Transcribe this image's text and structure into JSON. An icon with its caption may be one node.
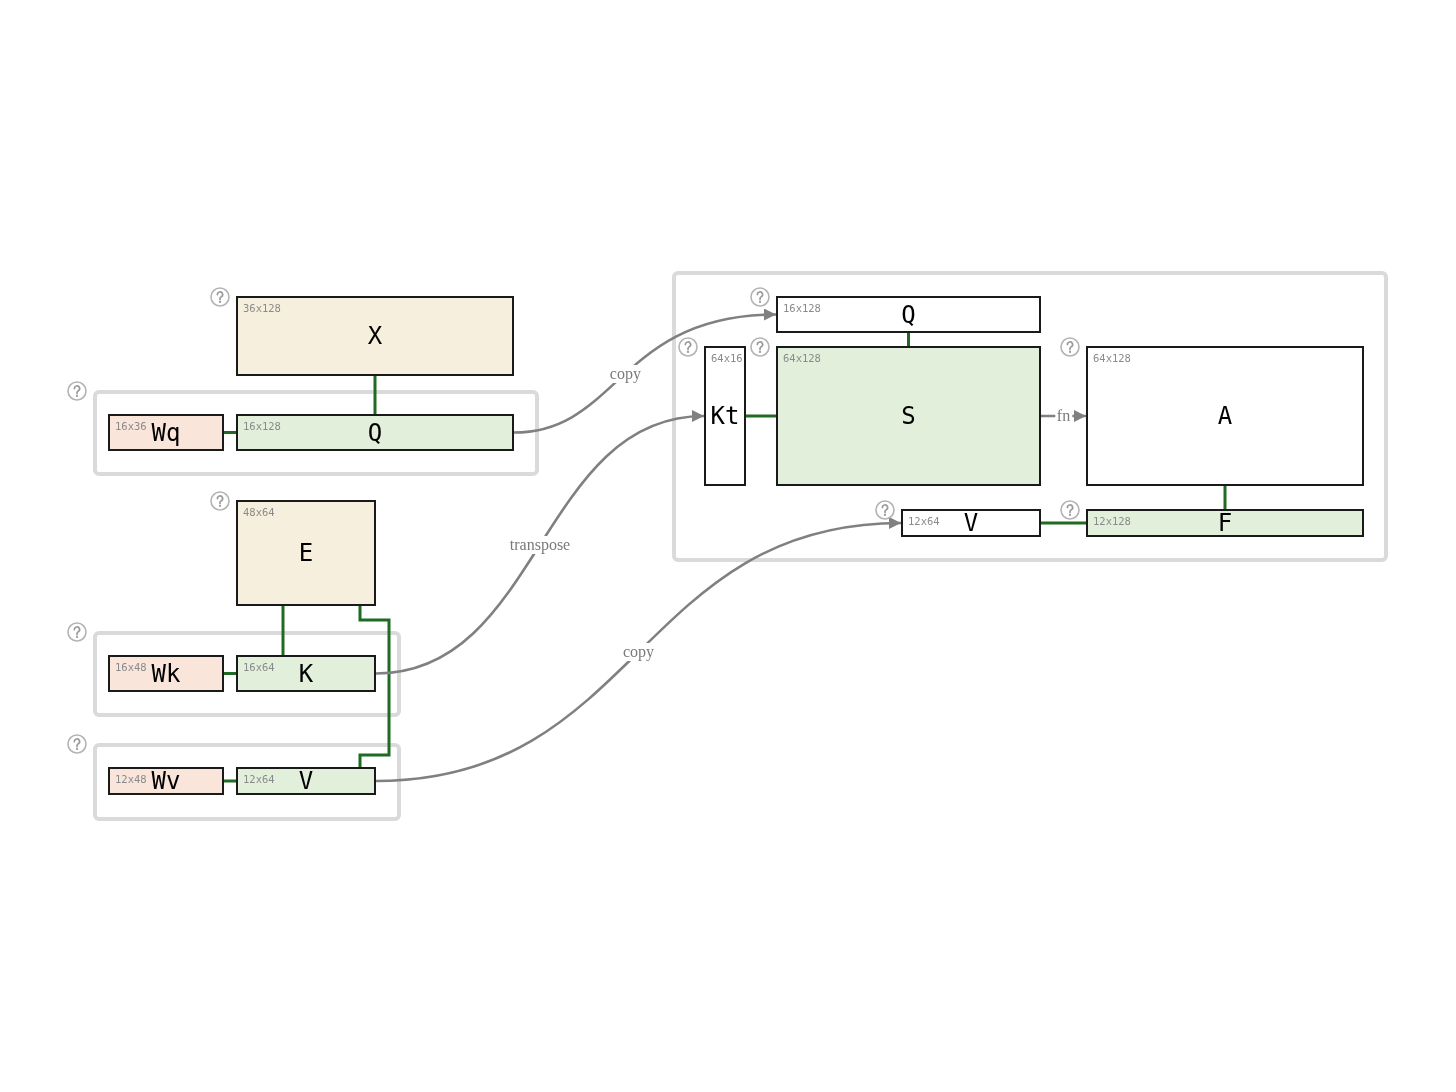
{
  "diagram": {
    "nodes": [
      {
        "text": [
          "36x128",
          "X"
        ]
      },
      {
        "text": [],
        "shape": "box"
      },
      {
        "text": [
          "16x36",
          "Wq"
        ],
        "in": 1
      },
      {
        "text": [
          "16x128",
          "Q"
        ],
        "in": 1
      },
      {
        "text": [
          "48x64",
          "E"
        ]
      },
      {
        "text": [],
        "shape": "box"
      },
      {
        "text": [
          "16x48",
          "Wk"
        ],
        "in": 5
      },
      {
        "text": [
          "16x64",
          "K"
        ],
        "in": 5
      },
      {
        "text": [],
        "shape": "box"
      },
      {
        "text": [
          "12x48",
          "Wv"
        ],
        "in": 8
      },
      {
        "text": [
          "12x64",
          "V"
        ],
        "in": 8
      },
      {
        "text": [],
        "shape": "box"
      },
      {
        "text": [
          "16x128",
          "Q"
        ],
        "in": 11
      },
      {
        "text": [
          "64x16",
          "Kt"
        ],
        "in": 11
      },
      {
        "text": [
          "64x128",
          "S"
        ],
        "in": 11
      },
      {
        "text": [
          "64x128",
          "A"
        ],
        "in": 11
      },
      {
        "text": [
          "12x64",
          "V"
        ],
        "in": 11
      },
      {
        "text": [
          "12x128",
          "F"
        ],
        "in": 11
      }
    ],
    "edges": [
      {
        "from": 0,
        "to": 3,
        "arrow": "none"
      },
      {
        "from": 2,
        "to": 3,
        "arrow": "none"
      },
      {
        "from": 4,
        "to": 7,
        "arrow": "none"
      },
      {
        "from": 4,
        "to": 10,
        "arrow": "none"
      },
      {
        "from": 6,
        "to": 7,
        "arrow": "none"
      },
      {
        "from": 9,
        "to": 10,
        "arrow": "none"
      },
      {
        "from": 3,
        "to": 12,
        "arrow": "to",
        "label": "copy",
        "color": "#808080"
      },
      {
        "from": 7,
        "to": 13,
        "arrow": "to",
        "label": "transpose",
        "color": "#808080"
      },
      {
        "from": 10,
        "to": 16,
        "arrow": "to",
        "label": "copy",
        "color": "#808080"
      },
      {
        "from": 12,
        "to": 14,
        "arrow": "none"
      },
      {
        "from": 13,
        "to": 14,
        "arrow": "none"
      },
      {
        "from": 14,
        "to": 15,
        "arrow": "to",
        "label": "fn",
        "color": "#808080"
      },
      {
        "from": 16,
        "to": 17,
        "arrow": "none"
      },
      {
        "from": 15,
        "to": 17,
        "arrow": "none"
      }
    ]
  }
}
